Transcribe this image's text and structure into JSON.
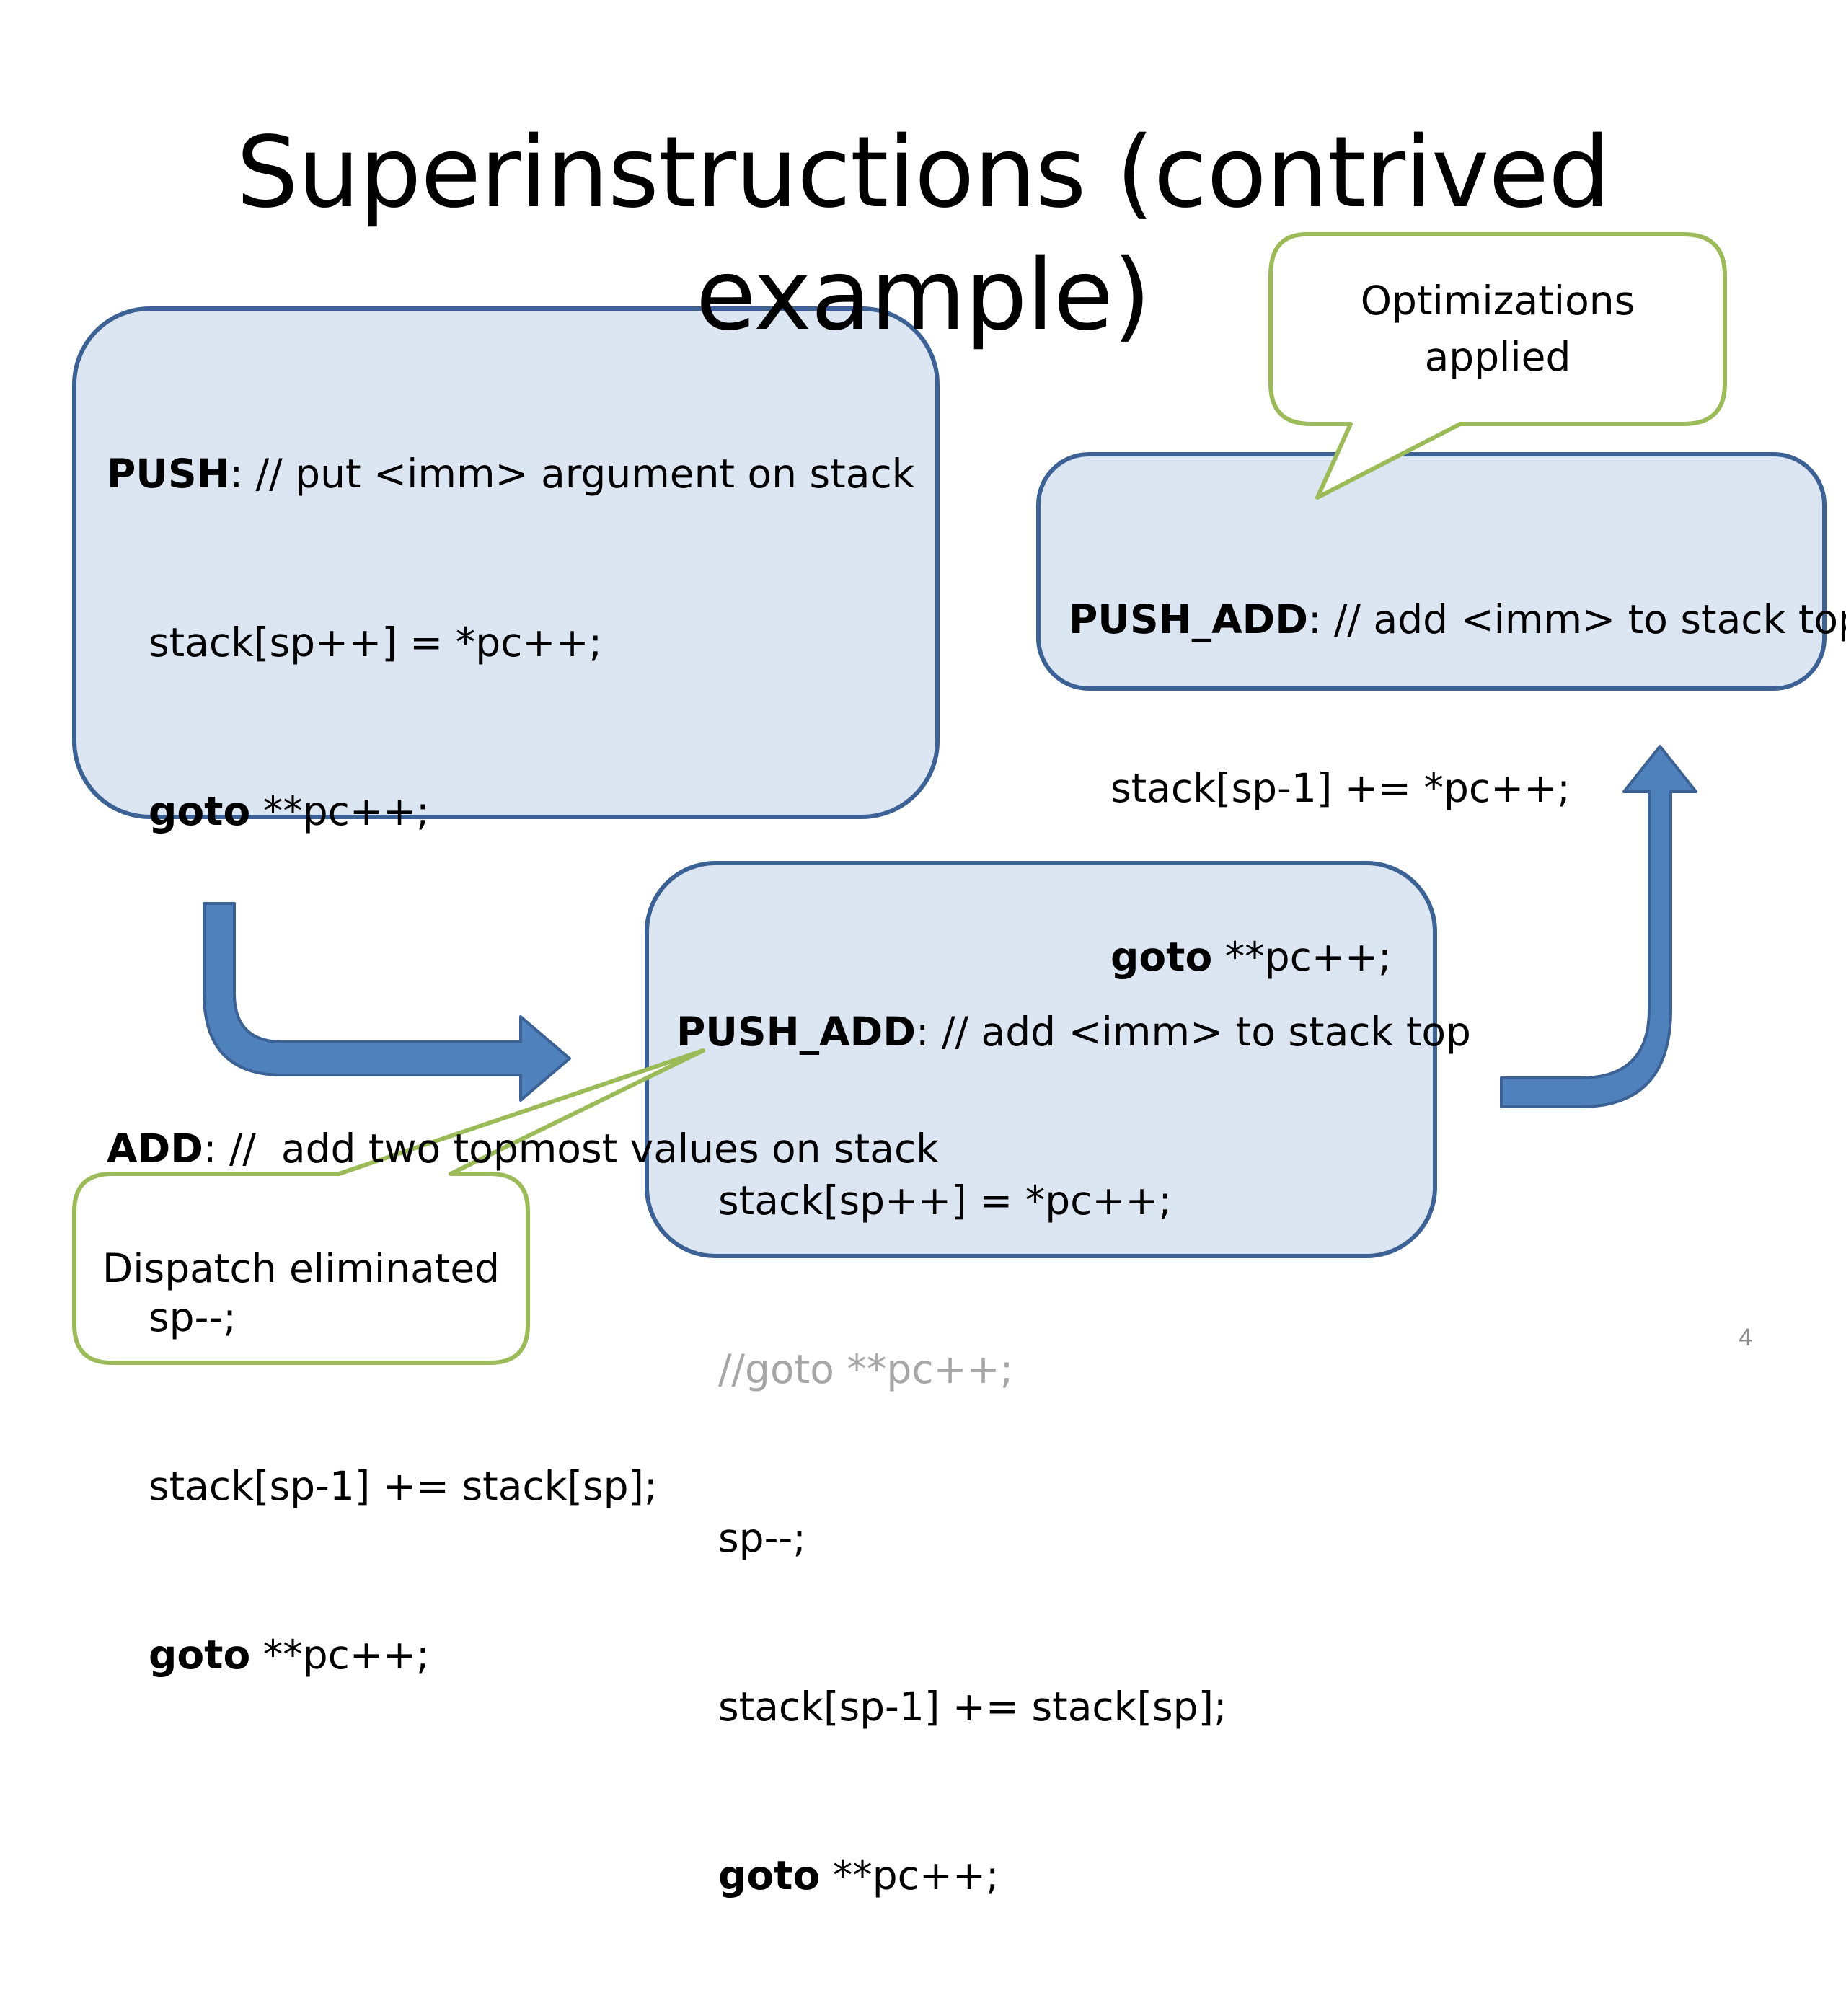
{
  "title": "Superinstructions (contrived example)",
  "colors": {
    "box_fill": "#dce6f2",
    "box_stroke": "#3b6195",
    "arrow_fill": "#4f81bd",
    "arrow_stroke": "#3b6195",
    "callout_stroke": "#9bbb59",
    "comment_text": "#a6a6a6"
  },
  "box_original": {
    "push_label": "PUSH",
    "push_comment": ": // put <imm> argument on stack",
    "push_stmt": "stack[sp++] = *pc++;",
    "goto_kw": "goto",
    "goto_rest": " **pc++;",
    "add_label": "ADD",
    "add_comment": ": //  add two topmost values on stack",
    "add_stmt1": "sp--;",
    "add_stmt2": "stack[sp-1] += stack[sp];"
  },
  "box_combined": {
    "label": "PUSH_ADD",
    "comment": ": // add <imm> to stack top",
    "stmt1": "stack[sp++] = *pc++;",
    "stmt_commented": "//goto **pc++;",
    "stmt2": "sp--;",
    "stmt3": "stack[sp-1] += stack[sp];",
    "goto_kw": "goto",
    "goto_rest": " **pc++;"
  },
  "box_optimized": {
    "label": "PUSH_ADD",
    "comment": ": // add <imm> to stack top",
    "stmt1": "stack[sp-1] += *pc++;",
    "goto_kw": "goto",
    "goto_rest": " **pc++;"
  },
  "callouts": {
    "optimizations_line1": "Optimizations",
    "optimizations_line2": "applied",
    "dispatch": "Dispatch eliminated"
  },
  "arrows": [
    {
      "icon": "bent-arrow-right-icon",
      "meaning": "transform"
    },
    {
      "icon": "bent-arrow-up-icon",
      "meaning": "optimize"
    }
  ],
  "page_number": "4"
}
